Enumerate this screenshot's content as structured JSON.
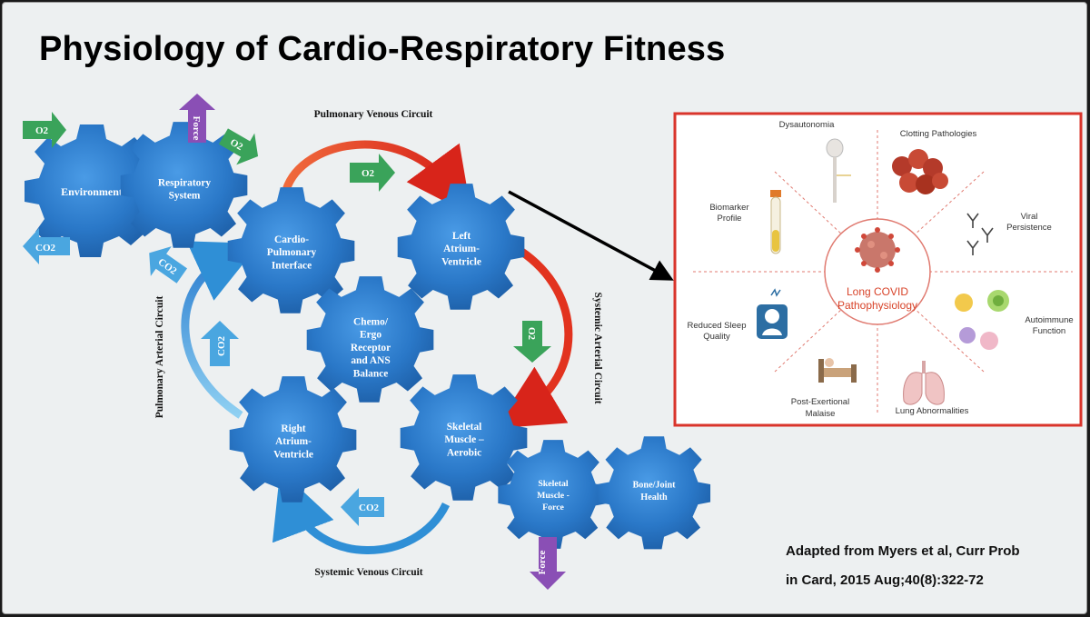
{
  "title": "Physiology of Cardio-Respiratory Fitness",
  "gears": {
    "environment": "Environment",
    "respiratory": [
      "Respiratory",
      "System"
    ],
    "cardio_pulmonary": [
      "Cardio-",
      "Pulmonary",
      "Interface"
    ],
    "left_atrium": [
      "Left",
      "Atrium-",
      "Ventricle"
    ],
    "chemo": [
      "Chemo/",
      "Ergo",
      "Receptor",
      "and ANS",
      "Balance"
    ],
    "right_atrium": [
      "Right",
      "Atrium-",
      "Ventricle"
    ],
    "skeletal_aerobic": [
      "Skeletal",
      "Muscle –",
      "Aerobic"
    ],
    "skeletal_force": [
      "Skeletal",
      "Muscle -",
      "Force"
    ],
    "bone_joint": [
      "Bone/Joint",
      "Health"
    ]
  },
  "arrows": {
    "o2": "O2",
    "co2": "CO2",
    "force": "Force"
  },
  "circuits": {
    "pulmonary_venous": "Pulmonary Venous Circuit",
    "systemic_arterial": "Systemic Arterial Circuit",
    "systemic_venous": "Systemic Venous Circuit",
    "pulmonary_arterial": "Pulmonary Arterial Circuit"
  },
  "covid_panel": {
    "center": [
      "Long COVID",
      "Pathophysiology"
    ],
    "items": {
      "dysautonomia": [
        "Dysautonomia"
      ],
      "clotting": [
        "Clotting Pathologies"
      ],
      "viral": [
        "Viral",
        "Persistence"
      ],
      "autoimmune": [
        "Autoimmune",
        "Function"
      ],
      "lung": [
        "Lung Abnormalities"
      ],
      "post_exertional": [
        "Post-Exertional",
        "Malaise"
      ],
      "sleep": [
        "Reduced Sleep",
        "Quality"
      ],
      "biomarker": [
        "Biomarker",
        "Profile"
      ]
    }
  },
  "citation": [
    "Adapted from Myers et al, Curr Prob",
    "in Card, 2015 Aug;40(8):322-72"
  ],
  "colors": {
    "gear": "#2c7fd0",
    "o2_arrow": "#3aa35a",
    "co2_arrow": "#4aa6e0",
    "force_arrow": "#8a4fb5",
    "circuit_red": "#e2331f",
    "circuit_blue": "#2f8fd6",
    "panel_border": "#d9342b"
  }
}
